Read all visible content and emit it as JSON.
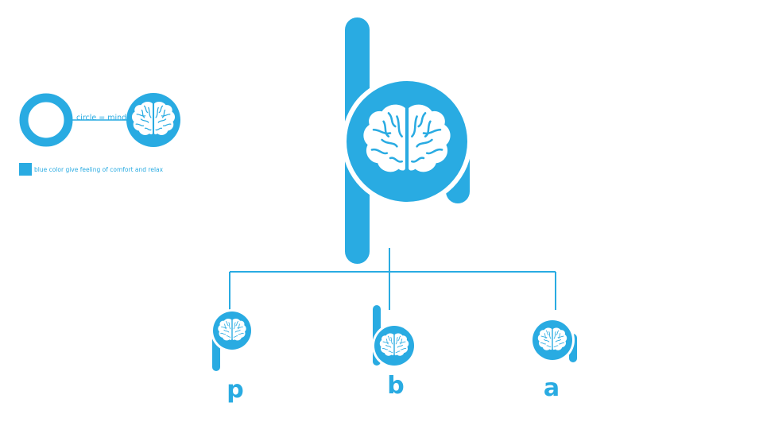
{
  "colors": {
    "brand_blue": "#29abe2",
    "background": "#ffffff",
    "brain_fill": "#ffffff"
  },
  "legend": {
    "circle_label": "circle = mind",
    "color_note": "blue color give feeling of comfort and relax"
  },
  "variants": {
    "p_label": "p",
    "b_label": "b",
    "a_label": "a"
  },
  "icons": {
    "brain": "brain-icon",
    "ring": "ring-icon",
    "swatch": "color-swatch-icon"
  }
}
